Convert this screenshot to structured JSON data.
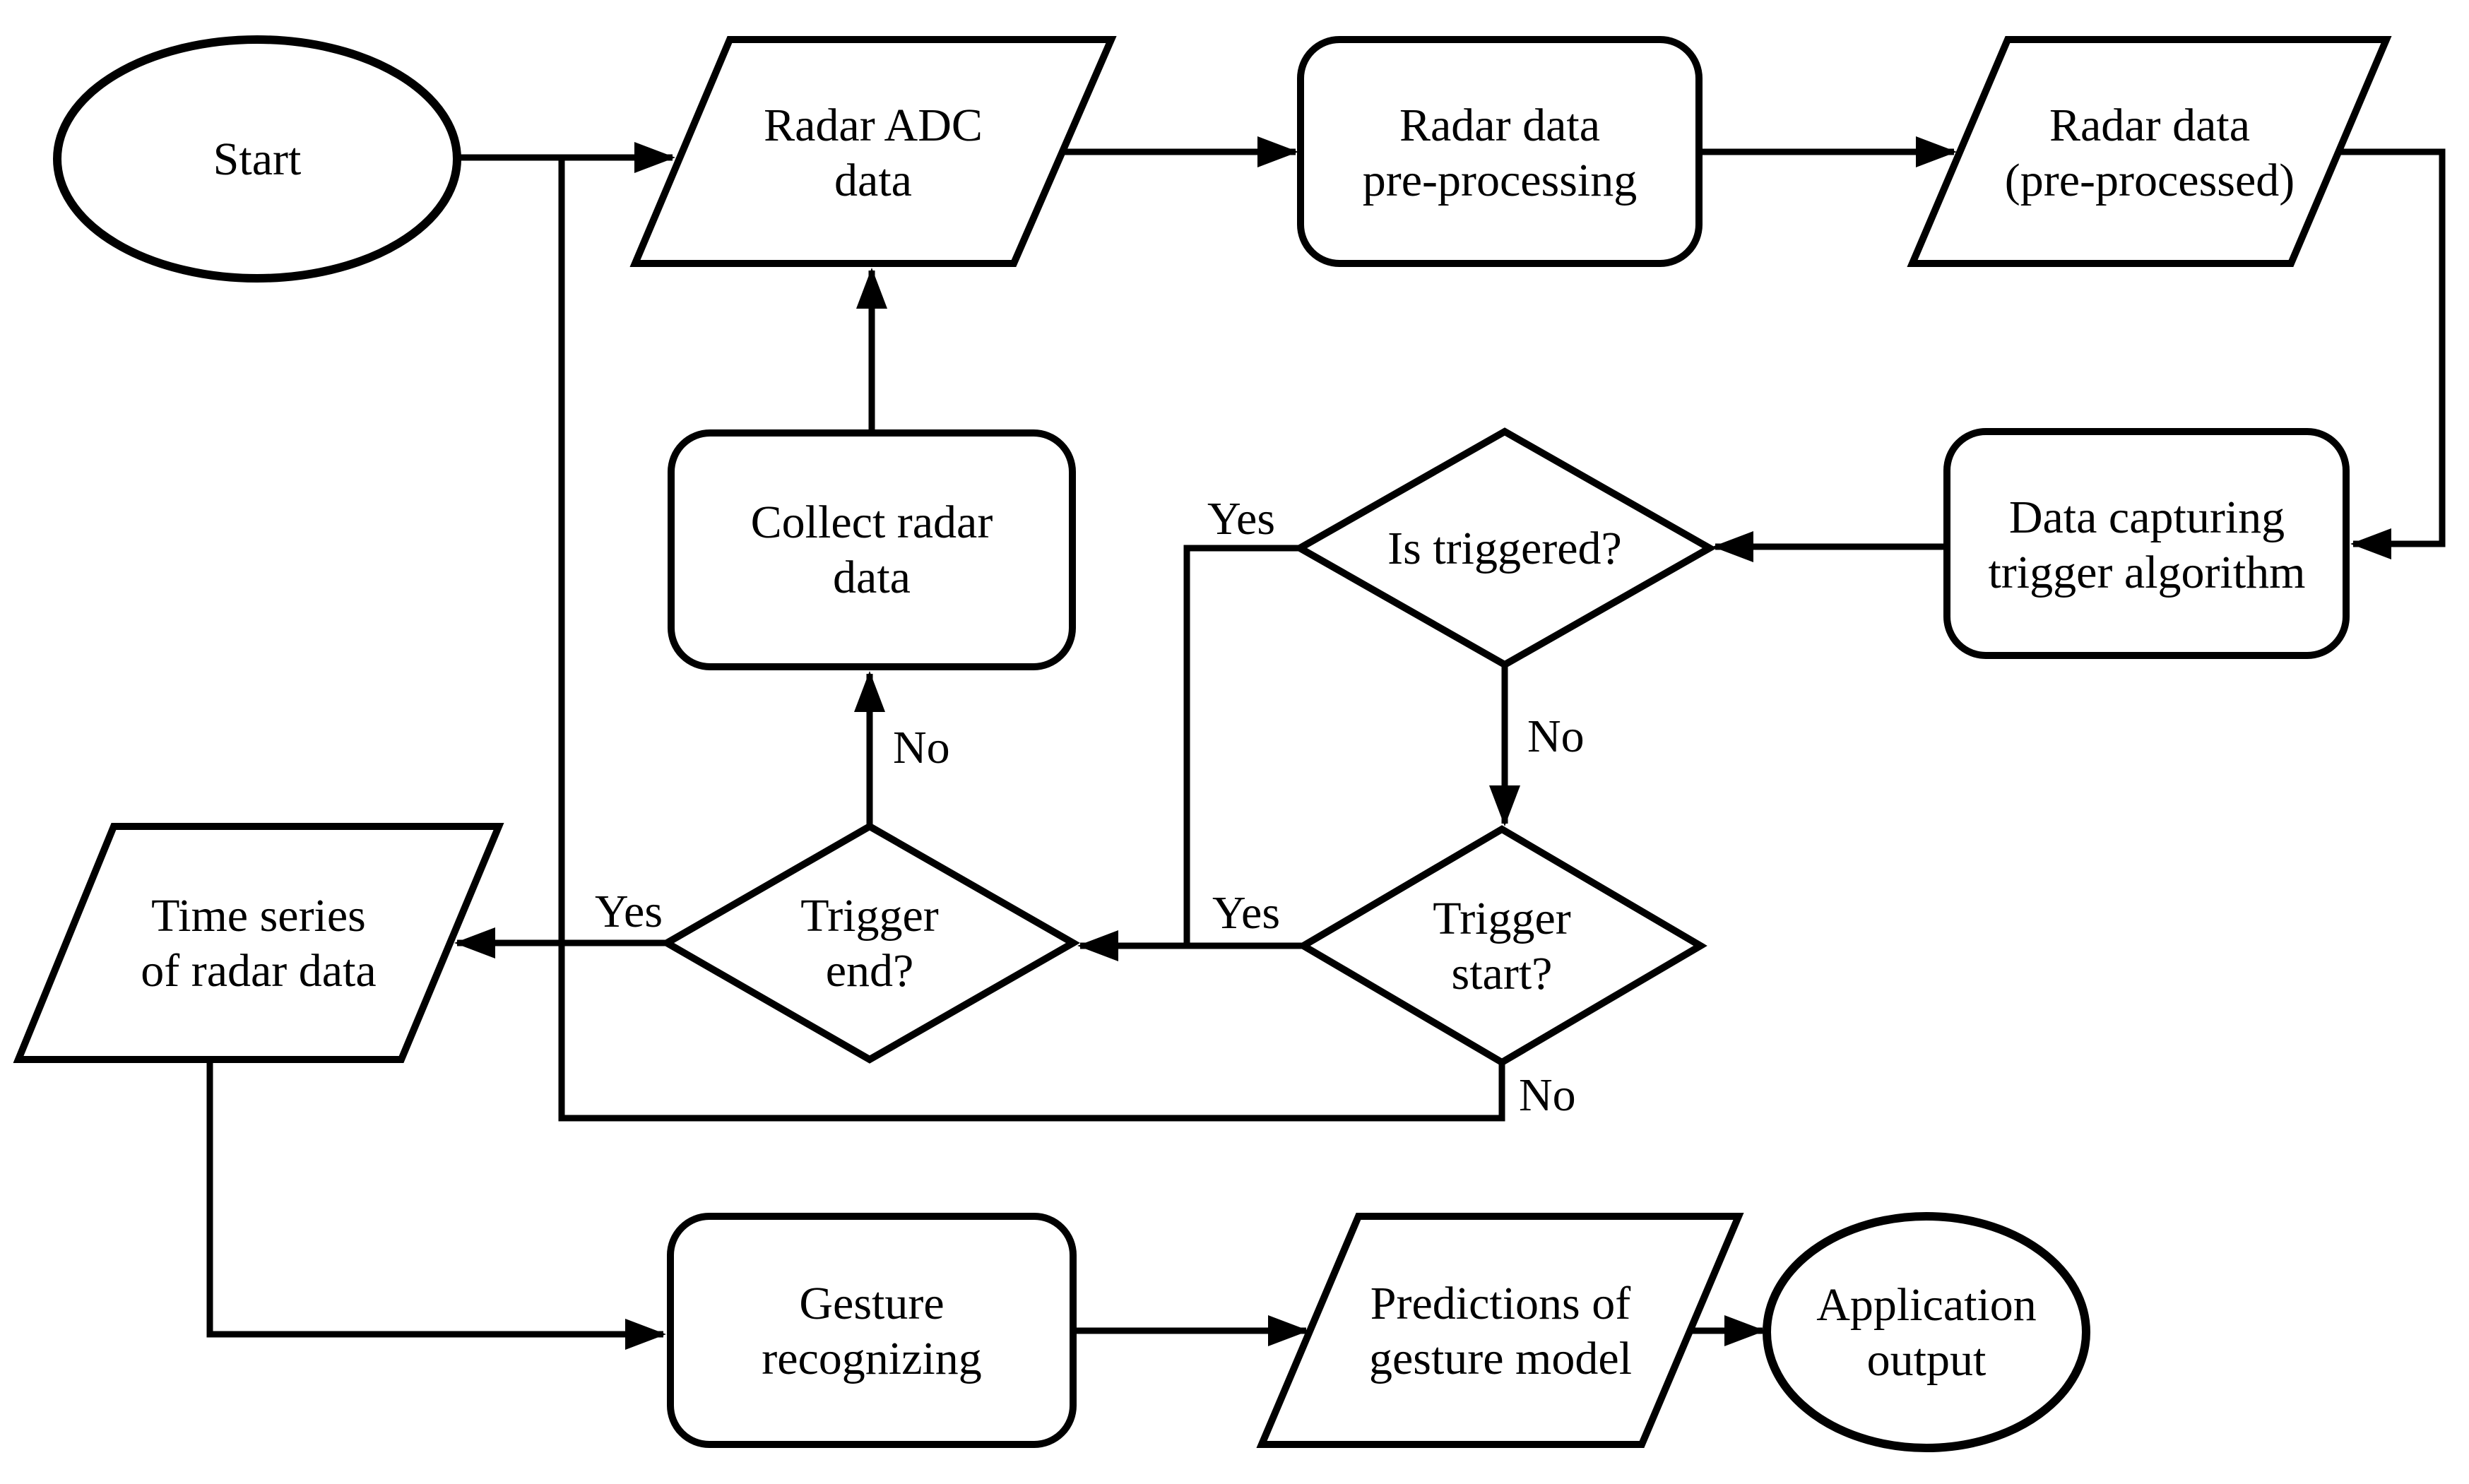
{
  "flowchart": {
    "colors": {
      "stroke": "#000000",
      "background": "#ffffff"
    },
    "nodes": {
      "start": {
        "shape": "ellipse",
        "label": "Start"
      },
      "radar_adc_data": {
        "shape": "parallelogram",
        "line1": "Radar ADC",
        "line2": "data"
      },
      "radar_data_preprocessing": {
        "shape": "rounded-rect",
        "line1": "Radar data",
        "line2": "pre-processing"
      },
      "radar_data_preprocessed": {
        "shape": "parallelogram",
        "line1": "Radar data",
        "line2": "(pre-processed)"
      },
      "data_capturing_trigger_algorithm": {
        "shape": "rounded-rect",
        "line1": "Data capturing",
        "line2": "trigger algorithm"
      },
      "is_triggered": {
        "shape": "diamond",
        "label": "Is triggered?"
      },
      "collect_radar_data": {
        "shape": "rounded-rect",
        "line1": "Collect radar",
        "line2": "data"
      },
      "trigger_start": {
        "shape": "diamond",
        "line1": "Trigger",
        "line2": "start?"
      },
      "trigger_end": {
        "shape": "diamond",
        "line1": "Trigger",
        "line2": "end?"
      },
      "time_series_of_radar_data": {
        "shape": "parallelogram",
        "line1": "Time series",
        "line2": "of radar data"
      },
      "gesture_recognizing": {
        "shape": "rounded-rect",
        "line1": "Gesture",
        "line2": "recognizing"
      },
      "predictions_of_gesture_model": {
        "shape": "parallelogram",
        "line1": "Predictions of",
        "line2": "gesture model"
      },
      "application_output": {
        "shape": "ellipse",
        "line1": "Application",
        "line2": "output"
      }
    },
    "edges": [
      {
        "from": "start",
        "to": "radar_adc_data",
        "label": ""
      },
      {
        "from": "radar_adc_data",
        "to": "radar_data_preprocessing",
        "label": ""
      },
      {
        "from": "radar_data_preprocessing",
        "to": "radar_data_preprocessed",
        "label": ""
      },
      {
        "from": "radar_data_preprocessed",
        "to": "data_capturing_trigger_algorithm",
        "label": ""
      },
      {
        "from": "data_capturing_trigger_algorithm",
        "to": "is_triggered",
        "label": ""
      },
      {
        "from": "is_triggered",
        "to": "trigger_end",
        "label": "Yes"
      },
      {
        "from": "is_triggered",
        "to": "trigger_start",
        "label": "No"
      },
      {
        "from": "trigger_start",
        "to": "trigger_end",
        "label": "Yes"
      },
      {
        "from": "trigger_start",
        "to": "radar_adc_data",
        "label": "No"
      },
      {
        "from": "trigger_end",
        "to": "time_series_of_radar_data",
        "label": "Yes"
      },
      {
        "from": "trigger_end",
        "to": "collect_radar_data",
        "label": "No"
      },
      {
        "from": "collect_radar_data",
        "to": "radar_adc_data",
        "label": ""
      },
      {
        "from": "time_series_of_radar_data",
        "to": "gesture_recognizing",
        "label": ""
      },
      {
        "from": "gesture_recognizing",
        "to": "predictions_of_gesture_model",
        "label": ""
      },
      {
        "from": "predictions_of_gesture_model",
        "to": "application_output",
        "label": ""
      }
    ]
  }
}
